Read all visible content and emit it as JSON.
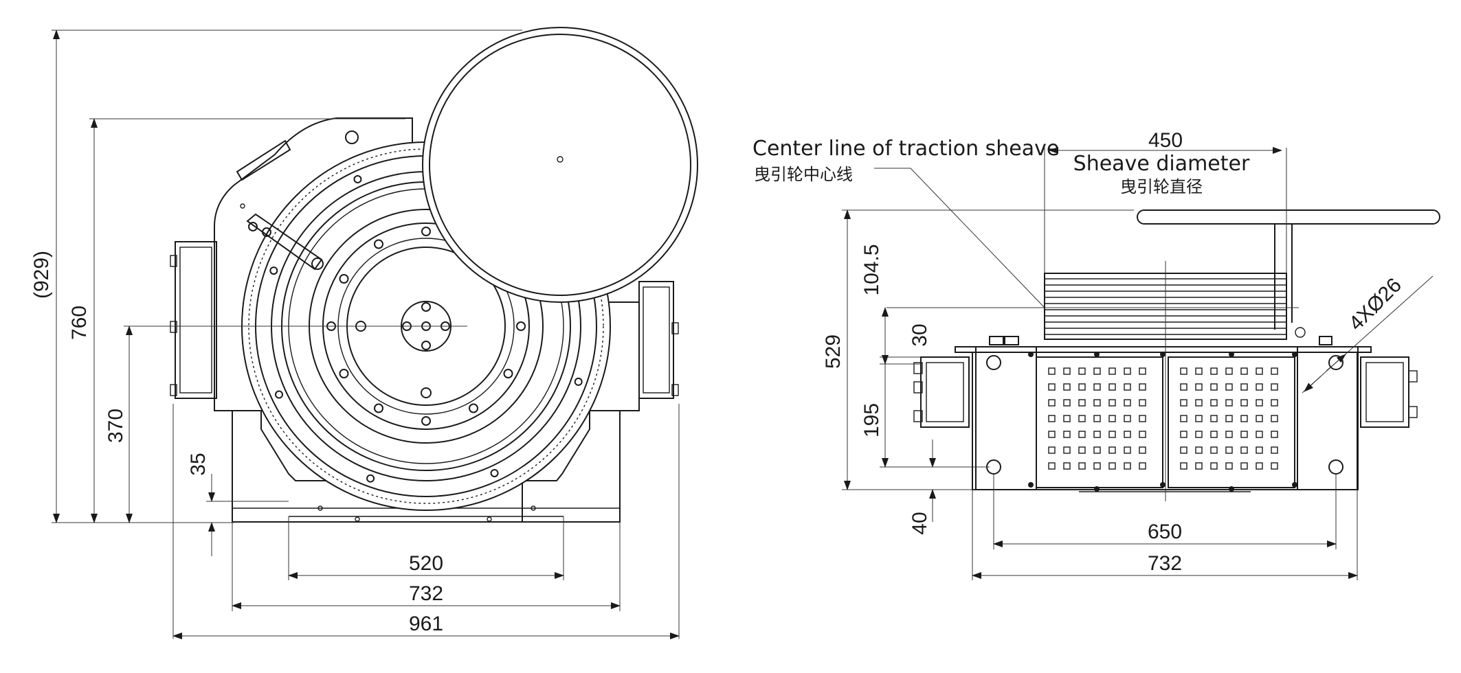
{
  "front_view": {
    "dims": {
      "overall_height": "(929)",
      "height_760": "760",
      "center_370": "370",
      "base_35": "35",
      "width_520": "520",
      "width_732": "732",
      "width_961": "961"
    }
  },
  "side_view": {
    "labels": {
      "centerline_en": "Center line of traction sheave",
      "centerline_cn": "曳引轮中心线",
      "diameter_value": "450",
      "diameter_en": "Sheave diameter",
      "diameter_cn": "曳引轮直径"
    },
    "dims": {
      "height_529": "529",
      "d_104_5": "104.5",
      "d_30": "30",
      "d_195": "195",
      "d_40": "40",
      "hole_spec": "4XØ26",
      "width_650": "650",
      "width_732": "732"
    }
  },
  "colors": {
    "line": "#1a1a1a",
    "background": "#ffffff"
  }
}
